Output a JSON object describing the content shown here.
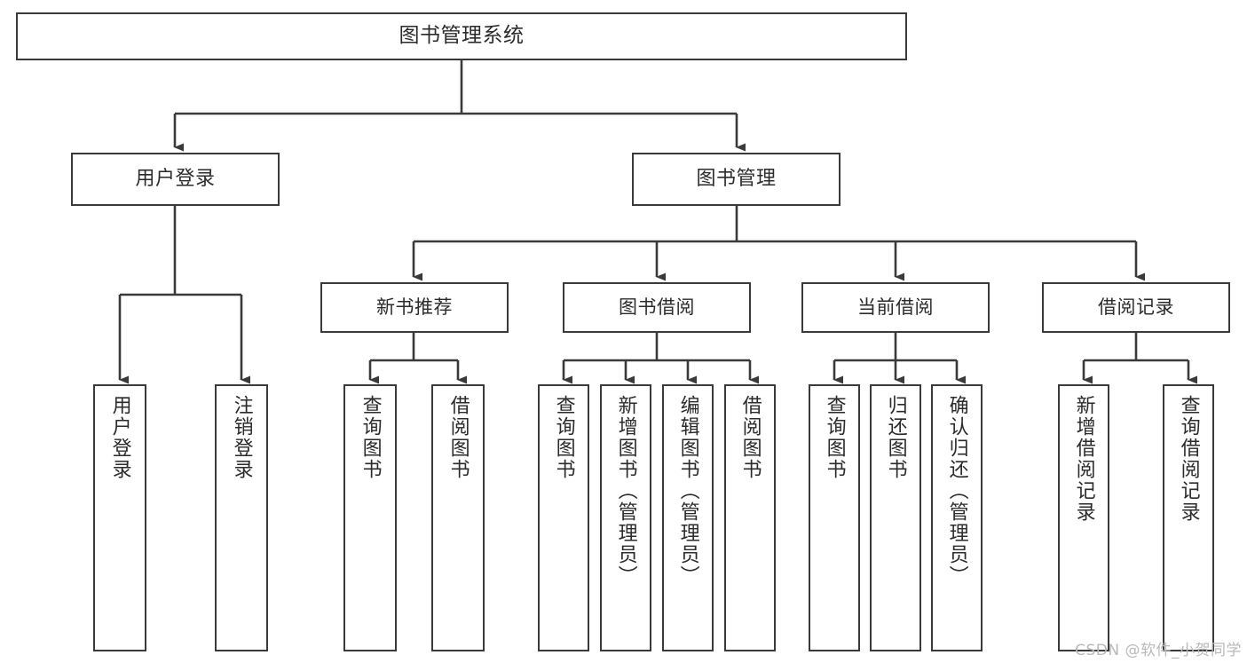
{
  "diagram": {
    "type": "tree",
    "title": "图书管理系统",
    "orientation": "top-down",
    "stroke_color": "#3a3a3a",
    "fill_color": "#ffffff",
    "background_color": "#ffffff",
    "text_color": "#2b2b2b"
  },
  "root": {
    "label": "图书管理系统"
  },
  "level2": [
    {
      "label": "用户登录"
    },
    {
      "label": "图书管理"
    }
  ],
  "level3": [
    {
      "label": "新书推荐"
    },
    {
      "label": "图书借阅"
    },
    {
      "label": "当前借阅"
    },
    {
      "label": "借阅记录"
    }
  ],
  "leaves": {
    "user_login": [
      {
        "label": "用户登录"
      },
      {
        "label": "注销登录"
      }
    ],
    "new_book_recommend": [
      {
        "label": "查询图书"
      },
      {
        "label": "借阅图书"
      }
    ],
    "book_borrow": [
      {
        "label": "查询图书"
      },
      {
        "label": "新增图书（管理员）"
      },
      {
        "label": "编辑图书（管理员）"
      },
      {
        "label": "借阅图书"
      }
    ],
    "current_borrow": [
      {
        "label": "查询图书"
      },
      {
        "label": "归还图书"
      },
      {
        "label": "确认归还（管理员）"
      }
    ],
    "borrow_record": [
      {
        "label": "新增借阅记录"
      },
      {
        "label": "查询借阅记录"
      }
    ]
  },
  "watermark": {
    "text": "CSDN @软件_小贺同学"
  }
}
